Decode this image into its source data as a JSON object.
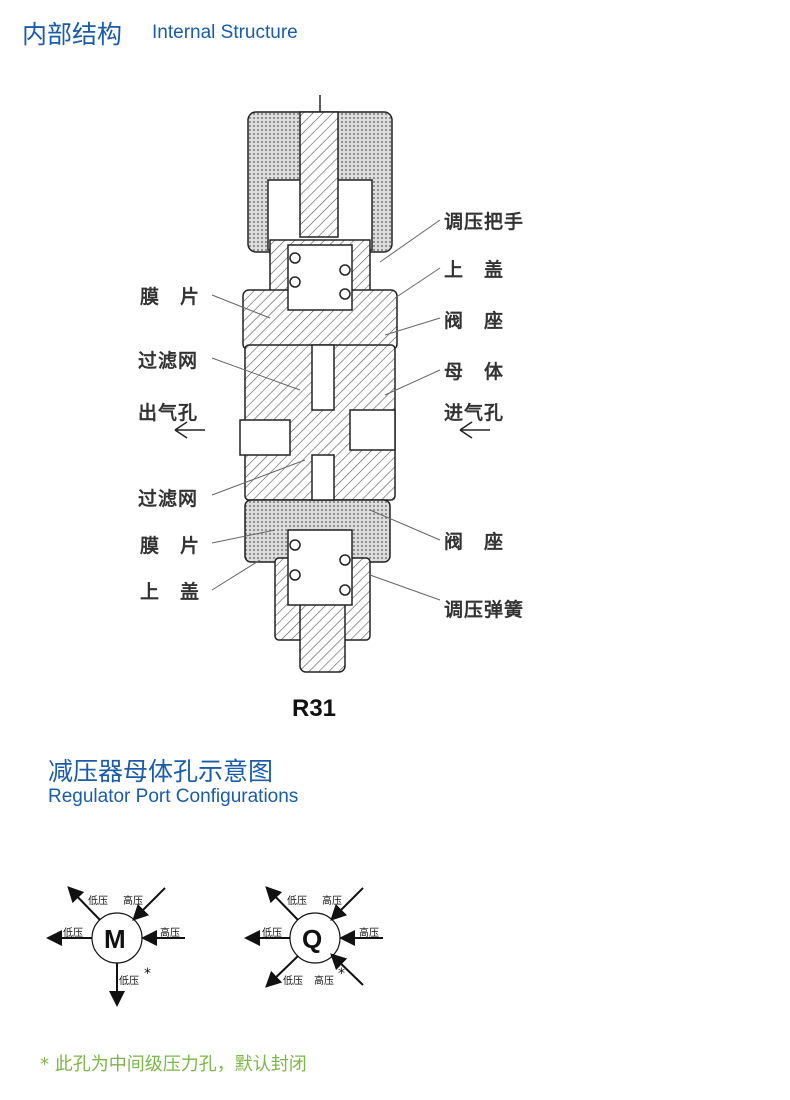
{
  "section1": {
    "title_cn": "内部结构",
    "title_en": "Internal Structure"
  },
  "diagram": {
    "model": "R31",
    "labels_left": [
      "膜　片",
      "过滤网",
      "出气孔",
      "过滤网",
      "膜　片",
      "上　盖"
    ],
    "labels_right": [
      "调压把手",
      "上　盖",
      "阀　座",
      "母　体",
      "进气孔",
      "阀　座",
      "调压弹簧"
    ]
  },
  "section2": {
    "title_cn": "减压器母体孔示意图",
    "title_en": "Regulator Port Configurations"
  },
  "ports": {
    "m": {
      "letter": "M",
      "labels": [
        "低压",
        "高压",
        "低压",
        "高压",
        "低压"
      ],
      "star": "*"
    },
    "q": {
      "letter": "Q",
      "labels": [
        "低压",
        "高压",
        "低压",
        "高压",
        "低压",
        "高压"
      ],
      "star": "*"
    }
  },
  "footnote": "* 此孔为中间级压力孔，默认封闭"
}
